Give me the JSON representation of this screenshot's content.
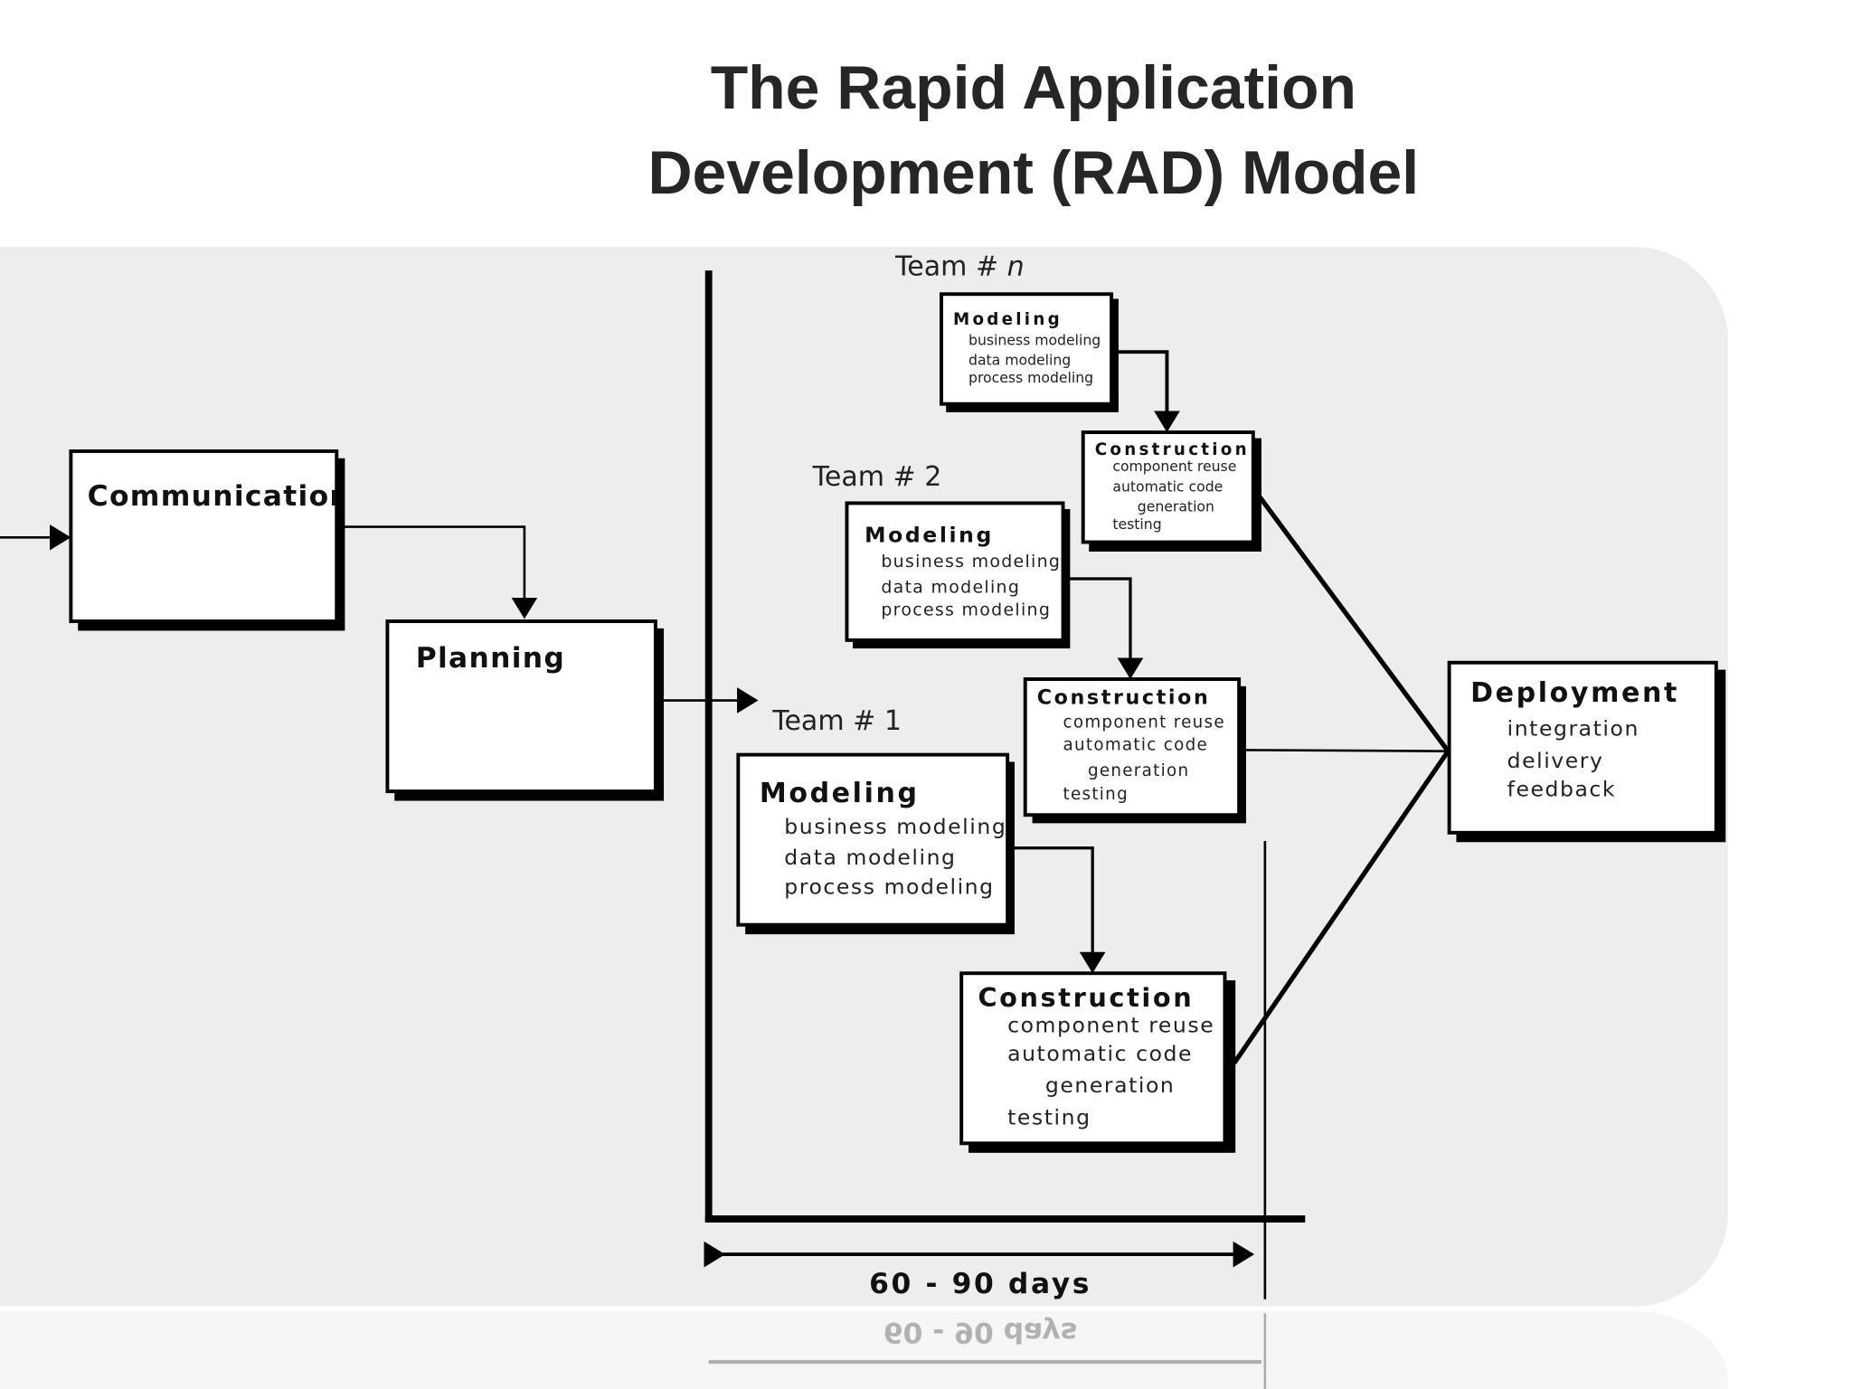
{
  "title": {
    "line1": "The Rapid Application",
    "line2": "Development (RAD) Model"
  },
  "phases": {
    "communication": "Communication",
    "planning": "Planning",
    "deployment": {
      "label": "Deployment",
      "items": [
        "integration",
        "delivery",
        "feedback"
      ]
    }
  },
  "teams": [
    {
      "label": "Team # 1",
      "modeling": {
        "label": "Modeling",
        "items": [
          "business modeling",
          "data modeling",
          "process modeling"
        ]
      },
      "construction": {
        "label": "Construction",
        "items": [
          "component reuse",
          "automatic code",
          "generation",
          "testing"
        ]
      }
    },
    {
      "label": "Team # 2",
      "modeling": {
        "label": "Modeling",
        "items": [
          "business modeling",
          "data modeling",
          "process modeling"
        ]
      },
      "construction": {
        "label": "Construction",
        "items": [
          "component reuse",
          "automatic code",
          "generation",
          "testing"
        ]
      }
    },
    {
      "label": "Team # ",
      "label_var": "n",
      "modeling": {
        "label": "Modeling",
        "items": [
          "business modeling",
          "data modeling",
          "process modeling"
        ]
      },
      "construction": {
        "label": "Construction",
        "items": [
          "component reuse",
          "automatic code",
          "generation",
          "testing"
        ]
      }
    }
  ],
  "timeline": {
    "label": "60 - 90 days"
  }
}
